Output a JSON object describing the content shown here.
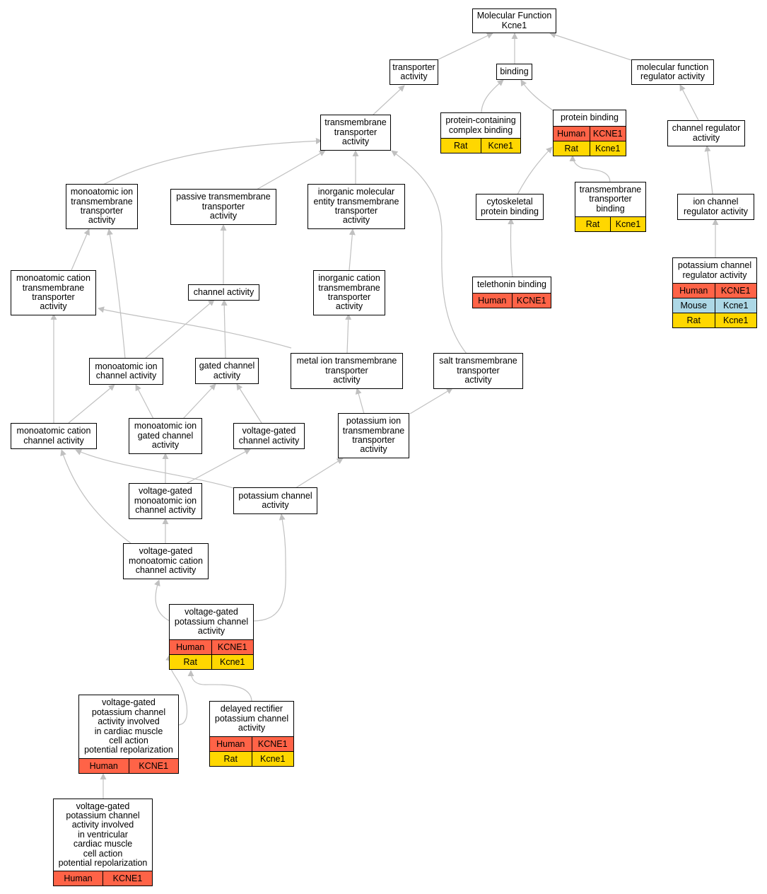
{
  "colors": {
    "edge": "#c0c0c0",
    "human": "#ff6347",
    "mouse": "#add8e6",
    "rat": "#ffd700"
  },
  "nodes": [
    {
      "id": "mf",
      "label": "Molecular Function\nKcne1",
      "species": []
    },
    {
      "id": "transporter",
      "label": "transporter\nactivity",
      "species": []
    },
    {
      "id": "binding",
      "label": "binding",
      "species": []
    },
    {
      "id": "mfreg",
      "label": "molecular function\nregulator activity",
      "species": []
    },
    {
      "id": "tmta",
      "label": "transmembrane\ntransporter\nactivity",
      "species": []
    },
    {
      "id": "pccb",
      "label": "protein-containing\ncomplex binding",
      "species": [
        {
          "species": "Rat",
          "gene": "Kcne1"
        }
      ]
    },
    {
      "id": "pb",
      "label": "protein binding",
      "species": [
        {
          "species": "Human",
          "gene": "KCNE1"
        },
        {
          "species": "Rat",
          "gene": "Kcne1"
        }
      ]
    },
    {
      "id": "chreg",
      "label": "channel regulator\nactivity",
      "species": []
    },
    {
      "id": "monotta",
      "label": "monoatomic ion\ntransmembrane\ntransporter\nactivity",
      "species": []
    },
    {
      "id": "passive",
      "label": "passive transmembrane\ntransporter\nactivity",
      "species": []
    },
    {
      "id": "inorgmol",
      "label": "inorganic molecular\nentity transmembrane\ntransporter\nactivity",
      "species": []
    },
    {
      "id": "cytopb",
      "label": "cytoskeletal\nprotein binding",
      "species": []
    },
    {
      "id": "tmtb",
      "label": "transmembrane\ntransporter\nbinding",
      "species": [
        {
          "species": "Rat",
          "gene": "Kcne1"
        }
      ]
    },
    {
      "id": "ionchreg",
      "label": "ion channel\nregulator activity",
      "species": []
    },
    {
      "id": "monocat",
      "label": "monoatomic cation\ntransmembrane\ntransporter\nactivity",
      "species": []
    },
    {
      "id": "channel",
      "label": "channel activity",
      "species": []
    },
    {
      "id": "inorgcat",
      "label": "inorganic cation\ntransmembrane\ntransporter\nactivity",
      "species": []
    },
    {
      "id": "teleth",
      "label": "telethonin binding",
      "species": [
        {
          "species": "Human",
          "gene": "KCNE1"
        }
      ]
    },
    {
      "id": "kchreg",
      "label": "potassium channel\nregulator activity",
      "species": [
        {
          "species": "Human",
          "gene": "KCNE1"
        },
        {
          "species": "Mouse",
          "gene": "Kcne1"
        },
        {
          "species": "Rat",
          "gene": "Kcne1"
        }
      ]
    },
    {
      "id": "monoch",
      "label": "monoatomic ion\nchannel activity",
      "species": []
    },
    {
      "id": "gated",
      "label": "gated channel\nactivity",
      "species": []
    },
    {
      "id": "metal",
      "label": "metal ion transmembrane\ntransporter\nactivity",
      "species": []
    },
    {
      "id": "salt",
      "label": "salt transmembrane\ntransporter\nactivity",
      "species": []
    },
    {
      "id": "monocatch",
      "label": "monoatomic cation\nchannel activity",
      "species": []
    },
    {
      "id": "monogated",
      "label": "monoatomic ion\ngated channel\nactivity",
      "species": []
    },
    {
      "id": "vg",
      "label": "voltage-gated\nchannel activity",
      "species": []
    },
    {
      "id": "ktta",
      "label": "potassium ion\ntransmembrane\ntransporter\nactivity",
      "species": []
    },
    {
      "id": "vgmono",
      "label": "voltage-gated\nmonoatomic ion\nchannel activity",
      "species": []
    },
    {
      "id": "kch",
      "label": "potassium channel\nactivity",
      "species": []
    },
    {
      "id": "vgmonocat",
      "label": "voltage-gated\nmonoatomic cation\nchannel activity",
      "species": []
    },
    {
      "id": "vgk",
      "label": "voltage-gated\npotassium channel\nactivity",
      "species": [
        {
          "species": "Human",
          "gene": "KCNE1"
        },
        {
          "species": "Rat",
          "gene": "Kcne1"
        }
      ]
    },
    {
      "id": "vgkcardiac",
      "label": "voltage-gated\npotassium channel\nactivity involved\nin cardiac muscle\ncell action\npotential repolarization",
      "species": [
        {
          "species": "Human",
          "gene": "KCNE1"
        }
      ]
    },
    {
      "id": "delayed",
      "label": "delayed rectifier\npotassium channel\nactivity",
      "species": [
        {
          "species": "Human",
          "gene": "KCNE1"
        },
        {
          "species": "Rat",
          "gene": "Kcne1"
        }
      ]
    },
    {
      "id": "vgkvent",
      "label": "voltage-gated\npotassium channel\nactivity involved\nin ventricular\ncardiac muscle\ncell action\npotential repolarization",
      "species": [
        {
          "species": "Human",
          "gene": "KCNE1"
        }
      ]
    }
  ]
}
